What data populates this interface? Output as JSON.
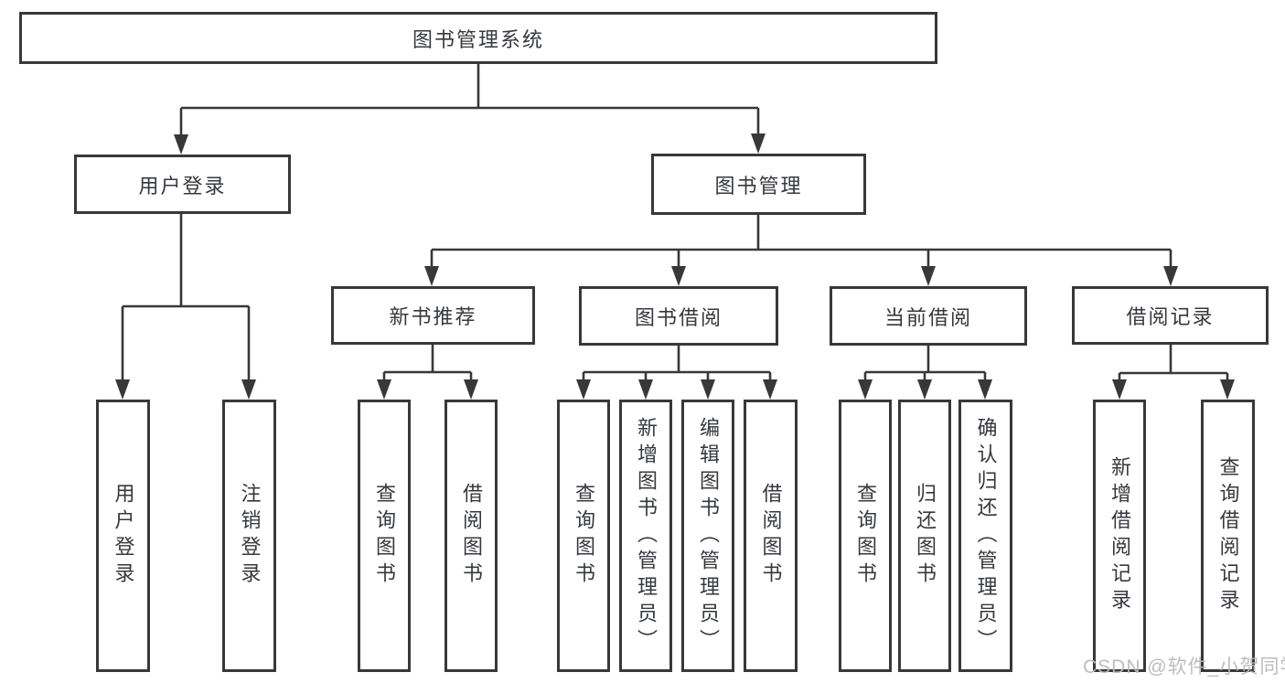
{
  "diagram": {
    "root": {
      "label": "图书管理系统"
    },
    "branches": [
      {
        "label": "用户登录",
        "children": [
          {
            "label": "用户登录"
          },
          {
            "label": "注销登录"
          }
        ]
      },
      {
        "label": "图书管理",
        "children": [
          {
            "label": "新书推荐",
            "children": [
              {
                "label": "查询图书"
              },
              {
                "label": "借阅图书"
              }
            ]
          },
          {
            "label": "图书借阅",
            "children": [
              {
                "label": "查询图书"
              },
              {
                "label": "新增图书（管理员）"
              },
              {
                "label": "编辑图书（管理员）"
              },
              {
                "label": "借阅图书"
              }
            ]
          },
          {
            "label": "当前借阅",
            "children": [
              {
                "label": "查询图书"
              },
              {
                "label": "归还图书"
              },
              {
                "label": "确认归还（管理员）"
              }
            ]
          },
          {
            "label": "借阅记录",
            "children": [
              {
                "label": "新增借阅记录"
              },
              {
                "label": "查询借阅记录"
              }
            ]
          }
        ]
      }
    ],
    "watermark": {
      "text": "CSDN @软件_小贺同学"
    },
    "colors": {
      "line": "#383838",
      "text": "#35383d",
      "box_background": "#ffffff",
      "watermark": "#b9b9b9",
      "background": "#ffffff"
    }
  }
}
